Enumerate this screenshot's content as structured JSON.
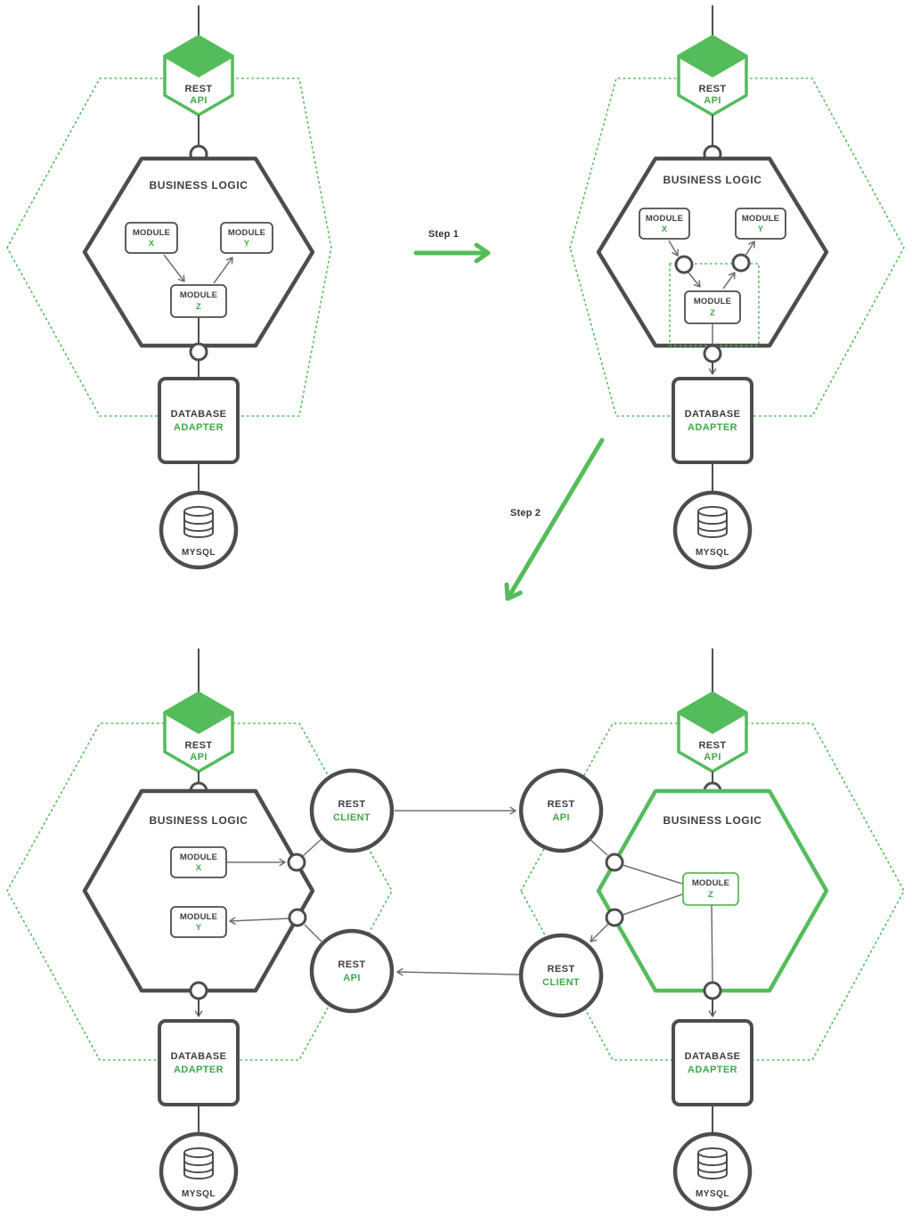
{
  "colors": {
    "accent_green": "#54bc5b",
    "green_text": "#3fa94a",
    "dark_stroke": "#4d4d4d",
    "dark_text": "#3d3d3d",
    "wire_gray": "#707070"
  },
  "steps": {
    "step1": "Step 1",
    "step2": "Step 2"
  },
  "labels": {
    "rest": "REST",
    "api": "API",
    "client": "CLIENT",
    "business_logic": "BUSINESS LOGIC",
    "module": "MODULE",
    "x": "X",
    "y": "Y",
    "z": "Z",
    "database": "DATABASE",
    "adapter": "ADAPTER",
    "mysql": "MYSQL"
  }
}
